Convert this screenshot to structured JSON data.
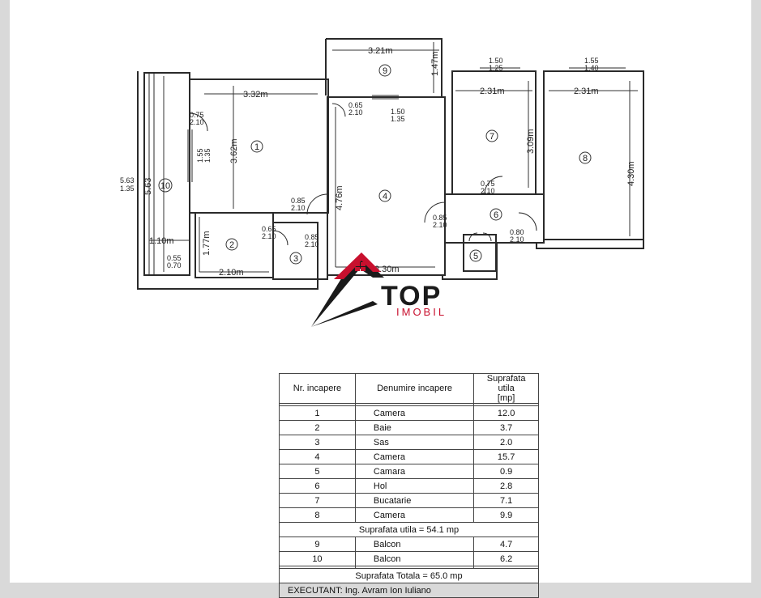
{
  "plan": {
    "dims": {
      "d_321": "3.21m",
      "d_147": "1.47m",
      "d_150_top": "1.50",
      "d_125_top": "1.25",
      "d_155_top": "1.55",
      "d_140_top": "1.40",
      "d_231a": "2.31m",
      "d_231b": "2.31m",
      "d_332": "3.32m",
      "d_362": "3.62m",
      "d_476": "4.76m",
      "d_309": "3.09m",
      "d_430": "4.30m",
      "d_563": "5.63",
      "d_135_left": "1.35",
      "d_110": "1.10m",
      "d_177": "1.77m",
      "d_210": "2.10m",
      "d_330": "3.30m",
      "d_055": "0.55",
      "d_070": "0.70",
      "d_155_win": "1.55",
      "d_135_win": "1.35",
      "d_150_mid": "1.50",
      "d_135_mid": "1.35"
    },
    "doors": {
      "door_075_a": "0.75",
      "door_210_a": "2.10",
      "door_065_a": "0.65",
      "door_210_b": "2.10",
      "door_085_a": "0.85",
      "door_210_c": "2.10",
      "door_065_b": "0.65",
      "door_210_d": "2.10",
      "door_085_b": "0.85",
      "door_210_e": "2.10",
      "door_075_b": "0.75",
      "door_210_f": "2.10",
      "door_085_c": "0.85",
      "door_210_g": "2.10",
      "door_080": "0.80",
      "door_210_h": "2.10"
    },
    "room_numbers": {
      "r1": "1",
      "r2": "2",
      "r3": "3",
      "r4": "4",
      "r5": "5",
      "r6": "6",
      "r7": "7",
      "r8": "8",
      "r9": "9",
      "r10": "10"
    }
  },
  "logo": {
    "word": "TOP",
    "sub": "IMOBIL",
    "red": "#c8102e",
    "dark": "#1a1a1a"
  },
  "table": {
    "headers": {
      "nr": "Nr. incapere",
      "name": "Denumire incapere",
      "area_l1": "Suprafata utila",
      "area_l2": "[mp]"
    },
    "rows": [
      {
        "nr": "1",
        "name": "Camera",
        "area": "12.0"
      },
      {
        "nr": "2",
        "name": "Baie",
        "area": "3.7"
      },
      {
        "nr": "3",
        "name": "Sas",
        "area": "2.0"
      },
      {
        "nr": "4",
        "name": "Camera",
        "area": "15.7"
      },
      {
        "nr": "5",
        "name": "Camara",
        "area": "0.9"
      },
      {
        "nr": "6",
        "name": "Hol",
        "area": "2.8"
      },
      {
        "nr": "7",
        "name": "Bucatarie",
        "area": "7.1"
      },
      {
        "nr": "8",
        "name": "Camera",
        "area": "9.9"
      }
    ],
    "subtotal": "Suprafata utila = 54.1 mp",
    "balcony_rows": [
      {
        "nr": "9",
        "name": "Balcon",
        "area": "4.7"
      },
      {
        "nr": "10",
        "name": "Balcon",
        "area": "6.2"
      }
    ],
    "total": "Suprafata Totala = 65.0 mp",
    "footer": "EXECUTANT: Ing. Avram Ion Iuliano"
  }
}
